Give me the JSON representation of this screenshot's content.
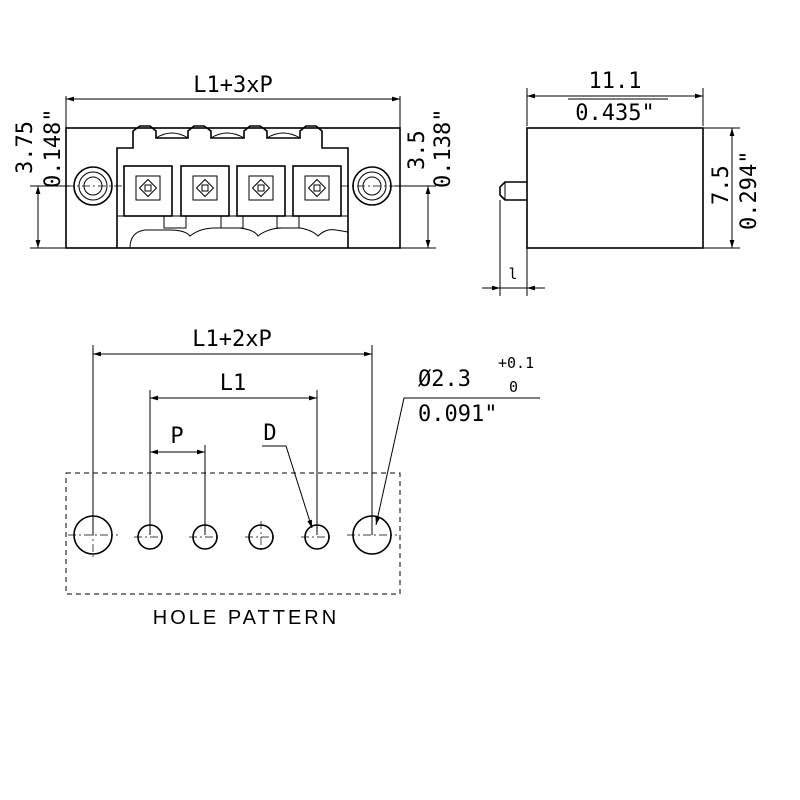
{
  "front_view": {
    "overall_width_label": "L1+3xP",
    "left_height_mm": "3.75",
    "left_height_in": "0.148\"",
    "right_height_mm": "3.5",
    "right_height_in": "0.138\""
  },
  "side_view": {
    "width_mm": "11.1",
    "width_in": "0.435\"",
    "height_mm": "7.5",
    "height_in": "0.294\"",
    "pin_label": "l"
  },
  "hole_pattern": {
    "outer_label": "L1+2xP",
    "l1_label": "L1",
    "pitch_label": "P",
    "hole_label": "D",
    "diameter_mm": "Ø2.3",
    "tol_plus": "+0.1",
    "tol_zero": "0",
    "diameter_in": "0.091\"",
    "caption": "HOLE PATTERN"
  }
}
